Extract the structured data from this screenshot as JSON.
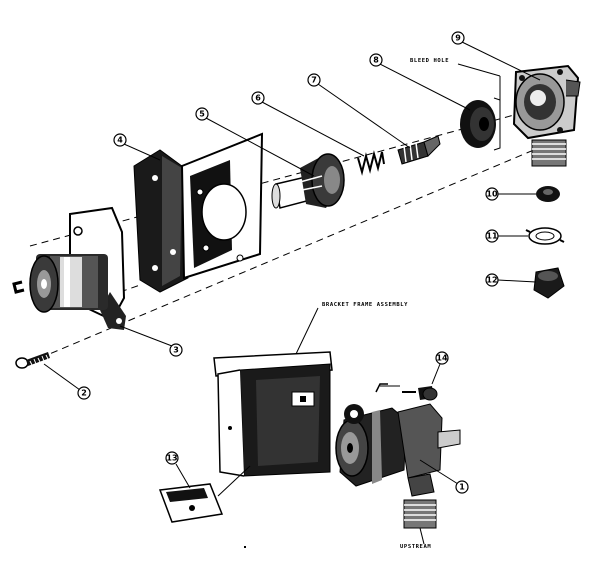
{
  "diagram": {
    "callouts": [
      {
        "id": "c1",
        "text": "1"
      },
      {
        "id": "c2",
        "text": "2"
      },
      {
        "id": "c3",
        "text": "3"
      },
      {
        "id": "c4",
        "text": "4"
      },
      {
        "id": "c5",
        "text": "5"
      },
      {
        "id": "c6",
        "text": "6"
      },
      {
        "id": "c7",
        "text": "7"
      },
      {
        "id": "c8",
        "text": "8"
      },
      {
        "id": "c9",
        "text": "9"
      },
      {
        "id": "c10",
        "text": "10"
      },
      {
        "id": "c11",
        "text": "11"
      },
      {
        "id": "c12",
        "text": "12"
      },
      {
        "id": "c13",
        "text": "13"
      },
      {
        "id": "c14",
        "text": "14"
      }
    ],
    "labels": {
      "bleed_hole": "BLEED HOLE",
      "bracket_frame_assembly": "BRACKET FRAME ASSEMBLY",
      "upstream": "UPSTREAM"
    }
  }
}
